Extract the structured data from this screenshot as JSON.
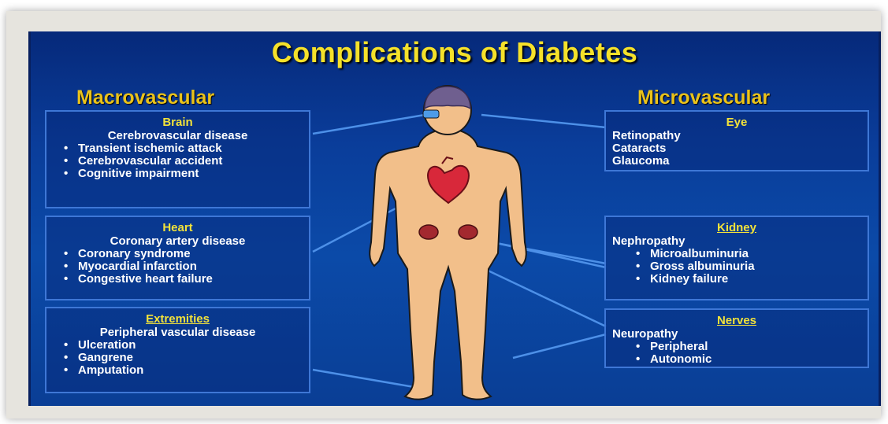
{
  "title": "Complications of Diabetes",
  "left_heading": "Macrovascular",
  "right_heading": "Microvascular",
  "brain": {
    "heading": "Brain",
    "subtitle": "Cerebrovascular disease",
    "items": [
      "Transient ischemic attack",
      "Cerebrovascular accident",
      "Cognitive impairment"
    ]
  },
  "heart": {
    "heading": "Heart",
    "subtitle": "Coronary artery disease",
    "items": [
      "Coronary syndrome",
      "Myocardial infarction",
      "Congestive heart failure"
    ]
  },
  "extremities": {
    "heading": "Extremities",
    "subtitle": "Peripheral vascular disease",
    "items": [
      "Ulceration",
      "Gangrene",
      "Amputation"
    ]
  },
  "eye": {
    "heading": "Eye",
    "lines": [
      "Retinopathy",
      "Cataracts",
      "Glaucoma"
    ]
  },
  "kidney": {
    "heading": "Kidney",
    "subtitle": "Nephropathy",
    "items": [
      "Microalbuminuria",
      "Gross albuminuria",
      "Kidney failure"
    ]
  },
  "nerves": {
    "heading": "Nerves",
    "subtitle": "Neuropathy",
    "items": [
      "Peripheral",
      "Autonomic"
    ]
  },
  "colors": {
    "title": "#f5e12a",
    "heading": "#e9c21a",
    "body": "#f2bf8a",
    "box_border": "#3e77d6",
    "connector": "#4d90e8",
    "background": "#0a3d9a"
  }
}
